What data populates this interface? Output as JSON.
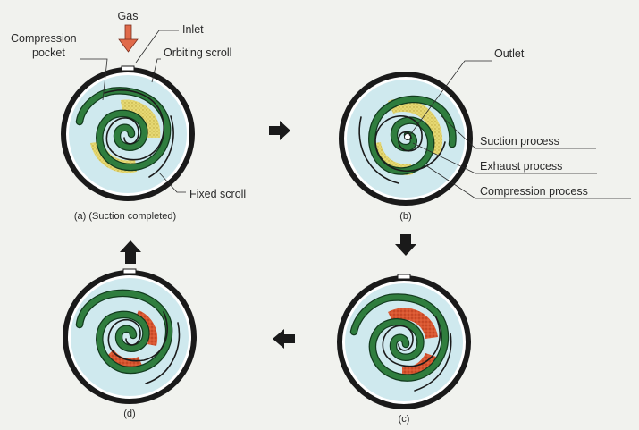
{
  "labels": {
    "gas": "Gas",
    "inlet": "Inlet",
    "compression_pocket_1": "Compression",
    "compression_pocket_2": "pocket",
    "orbiting_scroll": "Orbiting scroll",
    "fixed_scroll": "Fixed scroll",
    "outlet": "Outlet",
    "suction_process": "Suction process",
    "exhaust_process": "Exhaust process",
    "compression_process": "Compression process"
  },
  "captions": {
    "a": "(a) (Suction completed)",
    "b": "(b)",
    "c": "(c)",
    "d": "(d)"
  },
  "colors": {
    "gas_arrow": "#e06a4a",
    "fixed_scroll": "#2f7d3e",
    "chamber": "#cfe9ee",
    "suction_gas": "#e6d873",
    "compressed_gas": "#d9552f",
    "outline": "#1a1a1a"
  }
}
